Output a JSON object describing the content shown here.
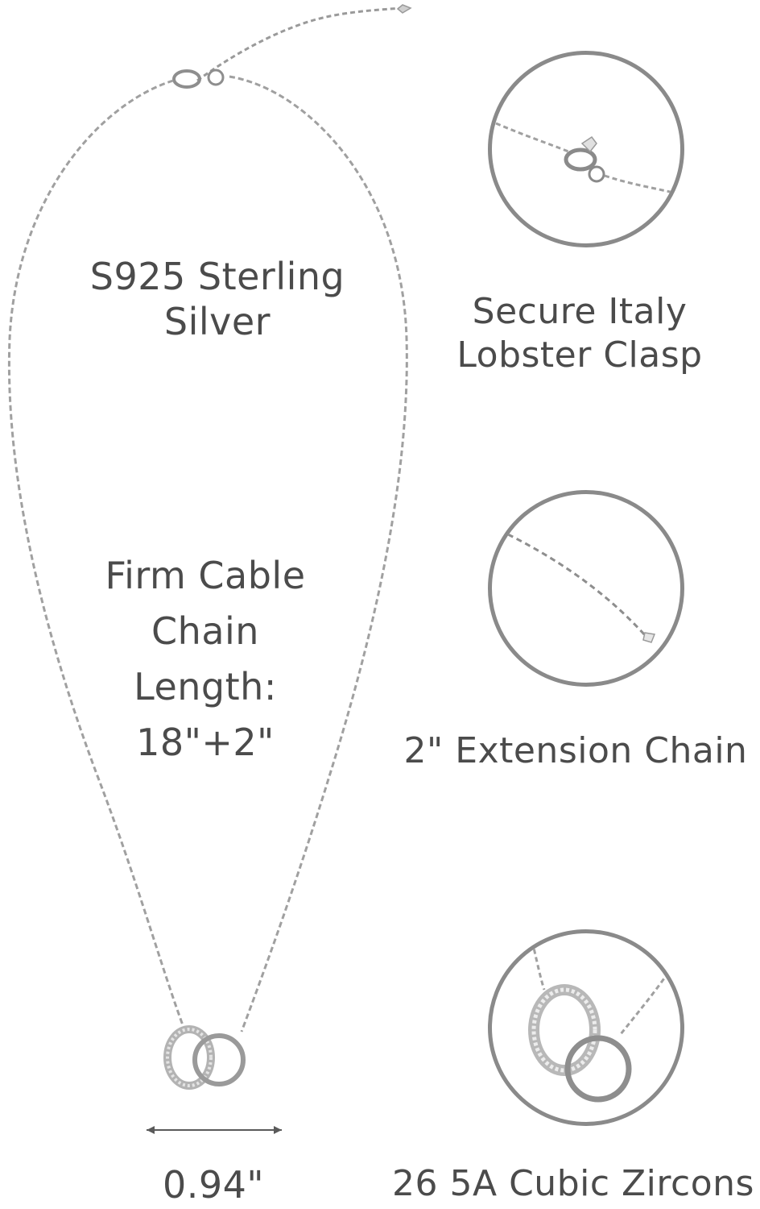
{
  "labels": {
    "material": [
      "S925 Sterling",
      "Silver"
    ],
    "chain": [
      "Firm Cable",
      "Chain",
      "Length:",
      "18\"+2\""
    ],
    "width": "0.94\"",
    "clasp": [
      "Secure Italy",
      "Lobster Clasp"
    ],
    "extension": "2\" Extension Chain",
    "zircons": "26 5A Cubic Zircons"
  },
  "colors": {
    "text": "#4b4b4b",
    "circle_border": "#8a8a8a",
    "silver": "#9a9a9a"
  }
}
